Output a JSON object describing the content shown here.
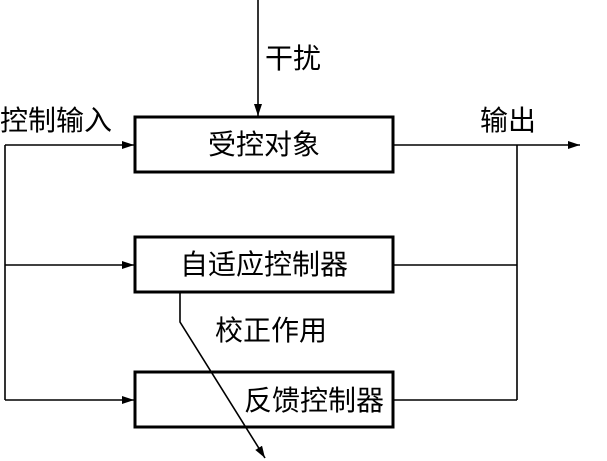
{
  "blocks": {
    "plant": "受控对象",
    "adaptive_controller": "自适应控制器",
    "feedback_controller": "反馈控制器"
  },
  "labels": {
    "disturbance": "干扰",
    "control_input": "控制输入",
    "output": "输出",
    "correction": "校正作用"
  },
  "colors": {
    "line": "#000000",
    "background": "#ffffff"
  }
}
